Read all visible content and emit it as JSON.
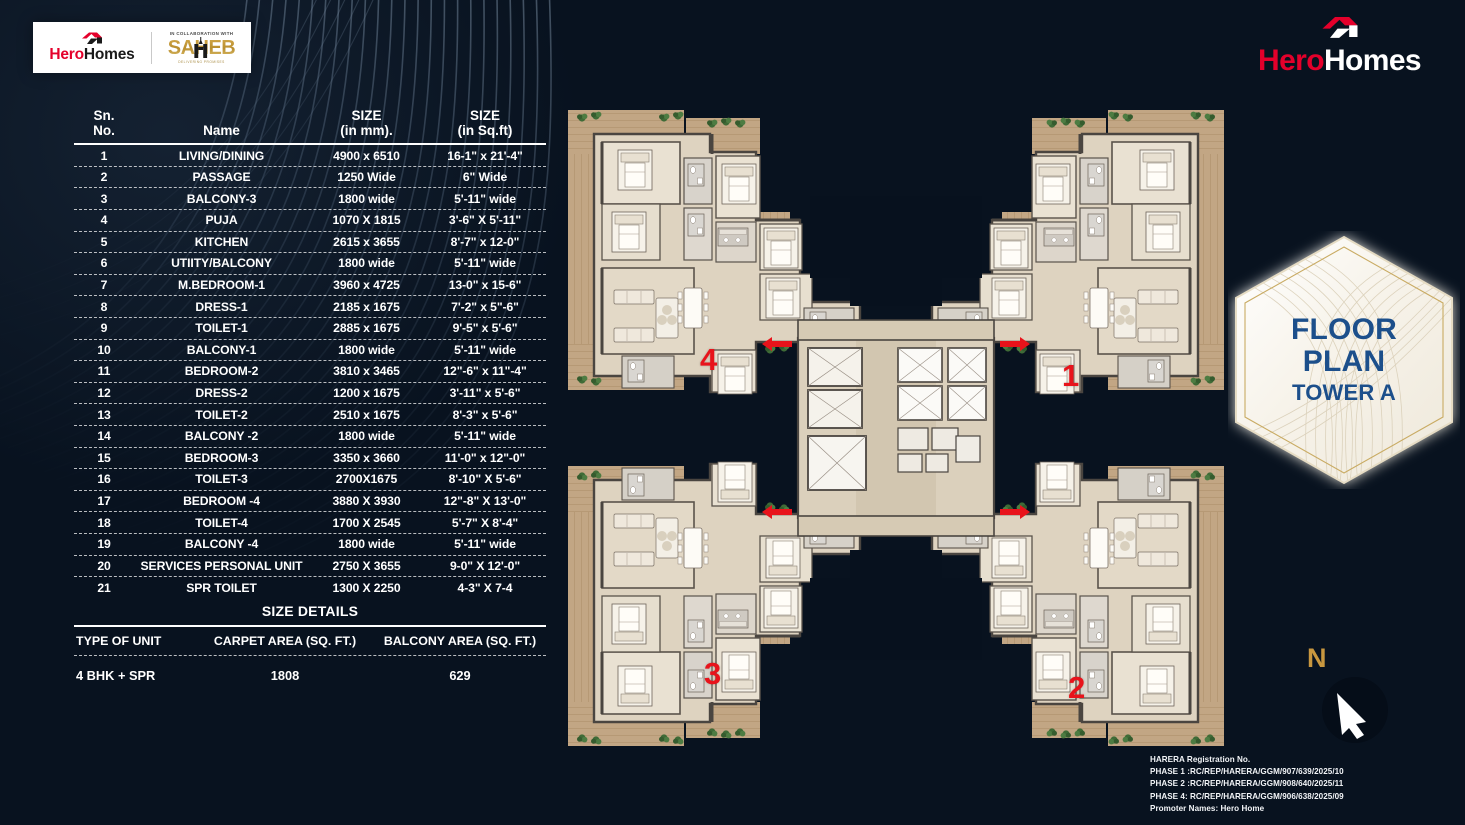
{
  "brand": {
    "hero_red": "Hero",
    "hero_white": "Homes",
    "hero_dark": "Homes",
    "collab_label": "IN COLLABORATION WITH",
    "partner_name": "SAHEB",
    "partner_tagline": "DELIVERING PROMISES",
    "accent_red": "#e4002b",
    "accent_gold": "#b98e2e"
  },
  "spec_table": {
    "headers": {
      "sn_line1": "Sn.",
      "sn_line2": "No.",
      "name": "Name",
      "mm_line1": "SIZE",
      "mm_line2": "(in mm).",
      "sqft_line1": "SIZE",
      "sqft_line2": "(in Sq.ft)"
    },
    "rows": [
      {
        "sn": "1",
        "name": "LIVING/DINING",
        "mm": "4900 x 6510",
        "sqft": "16-1\" x 21'-4\""
      },
      {
        "sn": "2",
        "name": "PASSAGE",
        "mm": "1250 Wide",
        "sqft": "6\" Wide"
      },
      {
        "sn": "3",
        "name": "BALCONY-3",
        "mm": "1800 wide",
        "sqft": "5'-11\" wide"
      },
      {
        "sn": "4",
        "name": "PUJA",
        "mm": "1070 X 1815",
        "sqft": "3'-6\" X 5'-11\""
      },
      {
        "sn": "5",
        "name": "KITCHEN",
        "mm": "2615 x 3655",
        "sqft": "8'-7\" x 12-0\""
      },
      {
        "sn": "6",
        "name": "UTIITY/BALCONY",
        "mm": "1800 wide",
        "sqft": "5'-11\" wide"
      },
      {
        "sn": "7",
        "name": "M.BEDROOM-1",
        "mm": "3960 x 4725",
        "sqft": "13-0\" x 15-6\""
      },
      {
        "sn": "8",
        "name": "DRESS-1",
        "mm": "2185 x 1675",
        "sqft": "7'-2\" x 5\"-6\""
      },
      {
        "sn": "9",
        "name": "TOILET-1",
        "mm": "2885 x 1675",
        "sqft": "9'-5\" x 5'-6\""
      },
      {
        "sn": "10",
        "name": "BALCONY-1",
        "mm": "1800 wide",
        "sqft": "5'-11\" wide"
      },
      {
        "sn": "11",
        "name": "BEDROOM-2",
        "mm": "3810 x 3465",
        "sqft": "12\"-6\" x 11\"-4\""
      },
      {
        "sn": "12",
        "name": "DRESS-2",
        "mm": "1200 x 1675",
        "sqft": "3'-11\" x 5'-6\""
      },
      {
        "sn": "13",
        "name": "TOILET-2",
        "mm": "2510 x 1675",
        "sqft": "8'-3\" x 5'-6\""
      },
      {
        "sn": "14",
        "name": "BALCONY -2",
        "mm": "1800 wide",
        "sqft": "5'-11\" wide"
      },
      {
        "sn": "15",
        "name": "BEDROOM-3",
        "mm": "3350 x 3660",
        "sqft": "11'-0\" x 12\"-0\""
      },
      {
        "sn": "16",
        "name": "TOILET-3",
        "mm": "2700X1675",
        "sqft": "8'-10\" X 5'-6\""
      },
      {
        "sn": "17",
        "name": "BEDROOM -4",
        "mm": "3880 X 3930",
        "sqft": "12\"-8\" X 13'-0\""
      },
      {
        "sn": "18",
        "name": "TOILET-4",
        "mm": "1700 X 2545",
        "sqft": "5'-7\" X 8'-4\""
      },
      {
        "sn": "19",
        "name": "BALCONY -4",
        "mm": "1800 wide",
        "sqft": "5'-11\" wide"
      },
      {
        "sn": "20",
        "name": "SERVICES PERSONAL UNIT",
        "mm": "2750 X 3655",
        "sqft": "9-0\" X 12'-0\""
      },
      {
        "sn": "21",
        "name": "SPR TOILET",
        "mm": "1300 X 2250",
        "sqft": "4-3\" X 7-4"
      }
    ]
  },
  "size_details": {
    "title": "SIZE DETAILS",
    "headers": {
      "type": "TYPE OF UNIT",
      "carpet": "CARPET AREA (SQ. FT.)",
      "balcony": "BALCONY AREA (SQ. FT.)"
    },
    "row": {
      "type": "4 BHK + SPR",
      "carpet": "1808",
      "balcony": "629"
    }
  },
  "floor_plan": {
    "unit_labels": [
      "1",
      "2",
      "3",
      "4"
    ],
    "unit_label_color": "#e8131b",
    "entry_arrow_color": "#e8131b",
    "entry_arrows": 4
  },
  "badge": {
    "line1": "FLOOR",
    "line2": "PLAN",
    "line3": "TOWER A",
    "text_color": "#1c4f8b"
  },
  "compass": {
    "north_label": "N",
    "north_color": "#c8973f"
  },
  "harera": {
    "title": "HARERA Registration No.",
    "phase1": "PHASE 1 :RC/REP/HARERA/GGM/907/639/2025/10",
    "phase2": "PHASE 2 :RC/REP/HARERA/GGM/908/640/2025/11",
    "phase4": "PHASE 4: RC/REP/HARERA/GGM/906/638/2025/09",
    "promoter": "Promoter Names: Hero Home"
  }
}
